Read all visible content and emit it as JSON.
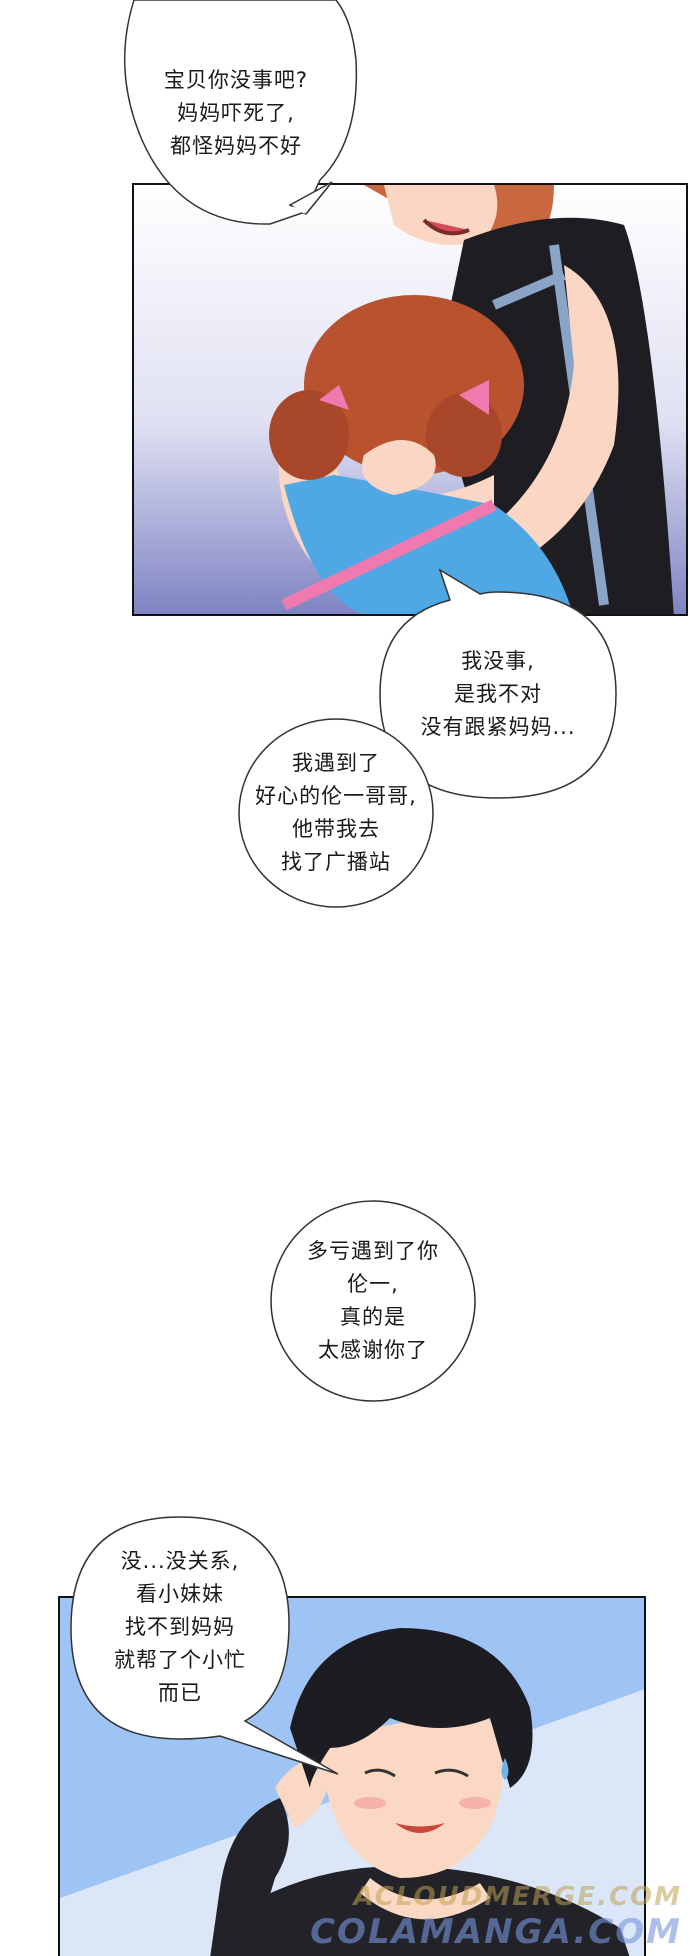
{
  "bubbles": [
    {
      "lines": [
        "宝贝你没事吧?",
        "妈妈吓死了,",
        "都怪妈妈不好"
      ]
    },
    {
      "lines": [
        "我没事,",
        "是我不对",
        "没有跟紧妈妈..."
      ]
    },
    {
      "lines": [
        "我遇到了",
        "好心的伦一哥哥,",
        "他带我去",
        "找了广播站"
      ]
    },
    {
      "lines": [
        "多亏遇到了你",
        "伦一,",
        "真的是",
        "太感谢你了"
      ]
    },
    {
      "lines": [
        "没...没关系,",
        "看小妹妹",
        "找不到妈妈",
        "就帮了个小忙",
        "而已"
      ]
    }
  ],
  "watermarks": [
    "ACLOUDMERGE.COM",
    "COLAMANGA.COM"
  ],
  "colors": {
    "panel_border": "#111111",
    "hair_girl": "#b8522f",
    "shirt_mom": "#1e1e22",
    "shirt_girl": "#4fa7e4",
    "ribbon": "#f07ab0",
    "sky_blue": "#9ec4f5",
    "hair_boy": "#1c1c22"
  }
}
